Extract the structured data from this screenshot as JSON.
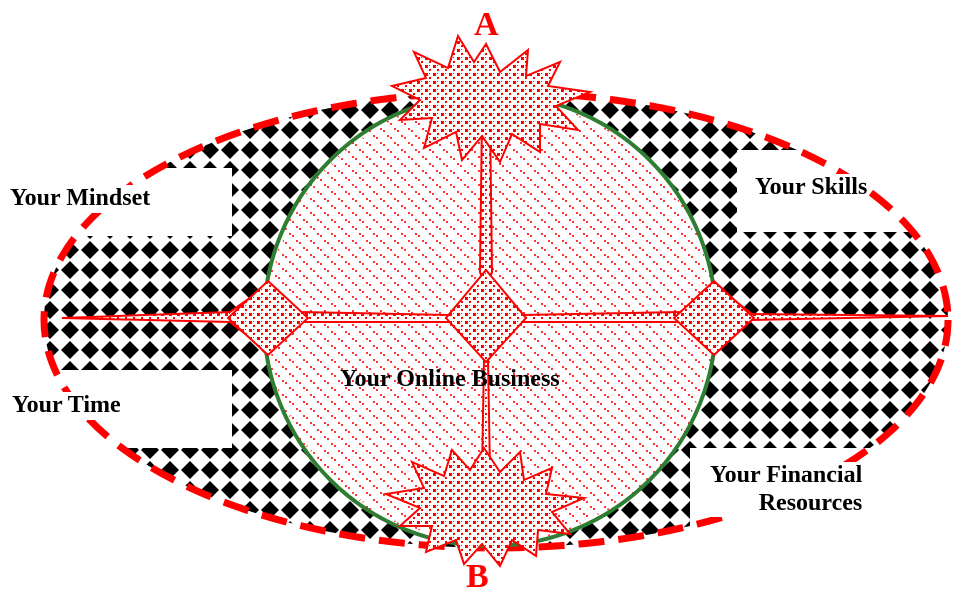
{
  "diagram": {
    "center_label": "Your Online Business",
    "quadrants": {
      "top_left": "Your Mindset",
      "top_right": "Your Skills",
      "bottom_left": "Your Time",
      "bottom_right_line1": "Your Financial",
      "bottom_right_line2": "Resources"
    },
    "markers": {
      "top": "A",
      "bottom": "B"
    }
  },
  "colors": {
    "accent": "#ff0000",
    "circle": "#2e7d32",
    "checker": "#000000",
    "text": "#000000"
  }
}
